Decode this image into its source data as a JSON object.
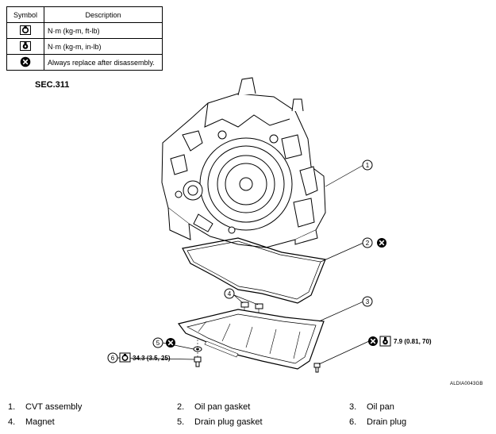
{
  "legend": {
    "header_symbol": "Symbol",
    "header_description": "Description",
    "rows": [
      {
        "icon": "torque-wrench-icon",
        "description": "N·m (kg-m, ft-lb)"
      },
      {
        "icon": "torque-wrench-small-icon",
        "description": "N·m (kg-m, in-lb)"
      },
      {
        "icon": "replace-x-icon",
        "description": "Always replace after disassembly."
      }
    ]
  },
  "section": "SEC.311",
  "callouts": {
    "c1": "1",
    "c2": "2",
    "c3": "3",
    "c4": "4",
    "c5": "5",
    "c6": "6",
    "torque_drain_plug": "34.3 (3.5, 25)",
    "torque_oil_pan_bolt": "7.9 (0.81, 70)"
  },
  "figure_id": "ALDIA0043GB",
  "parts": [
    {
      "num": "1.",
      "name": "CVT assembly"
    },
    {
      "num": "2.",
      "name": "Oil pan gasket"
    },
    {
      "num": "3.",
      "name": "Oil pan"
    },
    {
      "num": "4.",
      "name": "Magnet"
    },
    {
      "num": "5.",
      "name": "Drain plug gasket"
    },
    {
      "num": "6.",
      "name": "Drain plug"
    }
  ]
}
